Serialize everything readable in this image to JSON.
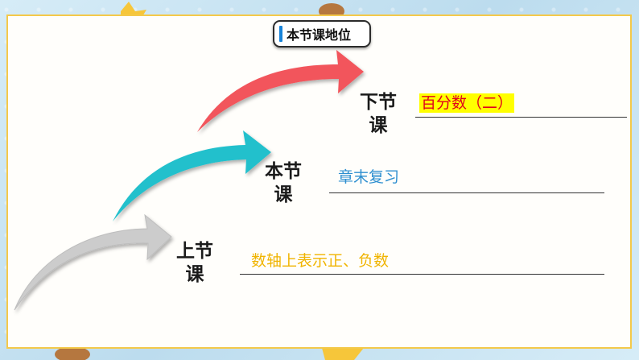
{
  "title": "本节课地位",
  "lessons": [
    {
      "label_line1": "下节",
      "label_line2": "课",
      "text": "百分数（二）"
    },
    {
      "label_line1": "本节",
      "label_line2": "课",
      "text": "章末复习"
    },
    {
      "label_line1": "上节",
      "label_line2": "课",
      "text": "数轴上表示正、负数"
    }
  ],
  "colors": {
    "next_arrow": "#f2545b",
    "this_arrow": "#23c0cc",
    "prev_arrow": "#cccccc",
    "next_text": "#e0001b",
    "next_highlight": "#ffff00",
    "this_text": "#2e8fd0",
    "prev_text": "#f0b400",
    "card_border": "#f4c94a"
  }
}
